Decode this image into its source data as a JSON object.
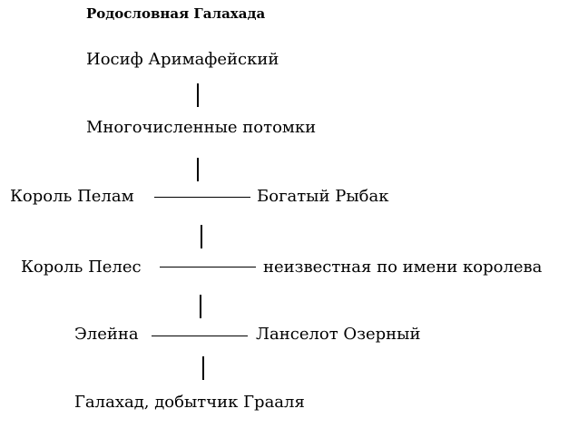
{
  "title": "Родословная Галахада",
  "nodes": {
    "joseph": "Иосиф Аримафейский",
    "descendants": "Многочисленные потомки",
    "pelam": "Король Пелам",
    "fisher_king": "Богатый Рыбак",
    "peles": "Король Пелес",
    "queen": "неизвестная по имени королева",
    "elaine": "Элейна",
    "lancelot": "Ланселот Озерный",
    "galahad": "Галахад, добытчик Грааля"
  }
}
